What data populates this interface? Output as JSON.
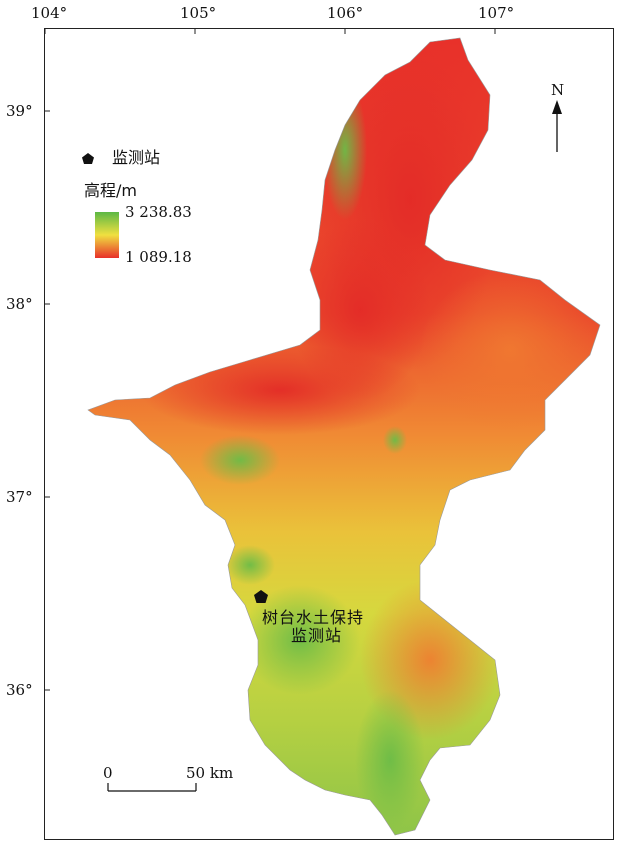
{
  "axes": {
    "longitude_ticks": [
      "104°",
      "105°",
      "106°",
      "107°"
    ],
    "latitude_ticks": [
      "39°",
      "38°",
      "37°",
      "36°"
    ]
  },
  "legend": {
    "station_label": "监测站",
    "elevation_title": "高程/m",
    "elevation_max": "3 238.83",
    "elevation_min": "1 089.18",
    "colors": {
      "high": "#5cb845",
      "mid": "#f0e040",
      "low": "#e8302a"
    }
  },
  "station": {
    "name_line1": "树台水土保持",
    "name_line2": "监测站"
  },
  "north_arrow": {
    "label": "N"
  },
  "scale_bar": {
    "start": "0",
    "end": "50 km"
  }
}
